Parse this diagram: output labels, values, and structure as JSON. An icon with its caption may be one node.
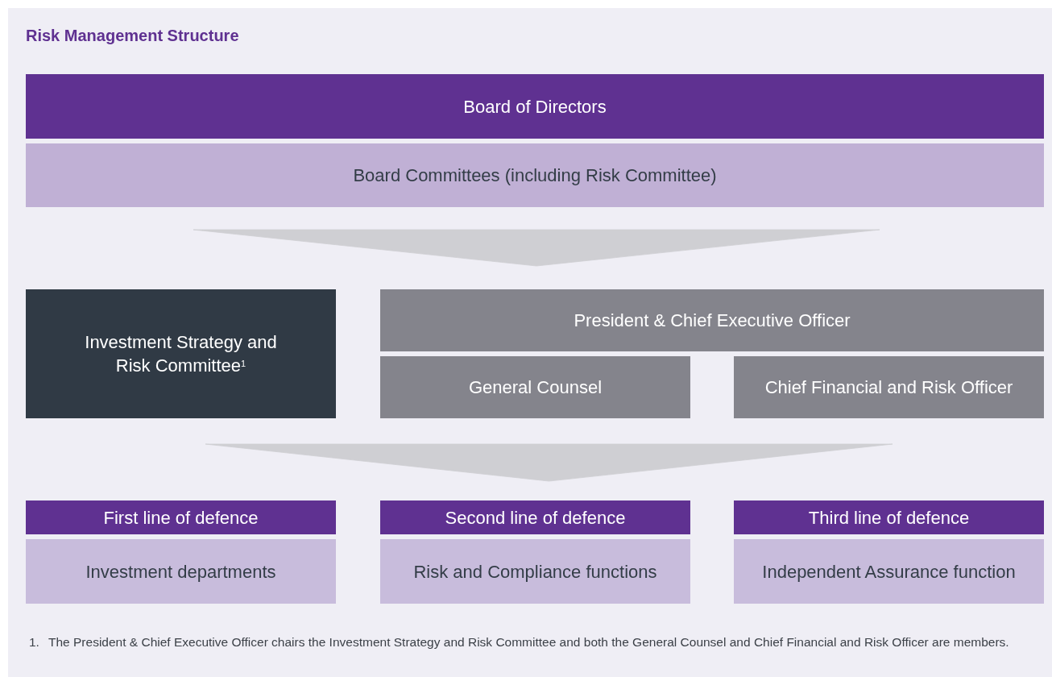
{
  "diagram": {
    "title": "Risk Management Structure",
    "nodes": [
      {
        "text": [
          "Board of Directors"
        ]
      },
      {
        "text": [
          "Board Committees (including Risk Committee)"
        ]
      },
      {
        "text": [
          "Investment Strategy and Risk Committee$^{1}$"
        ]
      },
      {
        "text": [
          "President & Chief Executive Officer"
        ]
      },
      {
        "text": [
          "General Counsel"
        ]
      },
      {
        "text": [
          "Chief Financial and Risk Officer"
        ]
      },
      {
        "text": [
          "First line of defence"
        ]
      },
      {
        "text": [
          "Investment departments"
        ]
      },
      {
        "text": [
          "Second line of defence"
        ]
      },
      {
        "text": [
          "Risk and Compliance functions"
        ]
      },
      {
        "text": [
          "Third line of defence"
        ]
      },
      {
        "text": [
          "Independent Assurance function"
        ]
      }
    ],
    "edges": [
      {
        "from": 1,
        "to": 2,
        "arrow": "to",
        "style": "thick"
      },
      {
        "from": 1,
        "to": 3,
        "arrow": "to",
        "style": "thick"
      },
      {
        "from": 2,
        "to": 6,
        "arrow": "to",
        "style": "thick"
      },
      {
        "from": 4,
        "to": 8,
        "arrow": "to",
        "style": "thick"
      },
      {
        "from": 5,
        "to": 10,
        "arrow": "to",
        "style": "thick"
      }
    ],
    "labels": [
      "1.",
      "The President & Chief Executive Officer chairs the Investment Strategy and Risk Committee and both the General Counsel and Chief Financial and Risk Officer are members."
    ]
  }
}
